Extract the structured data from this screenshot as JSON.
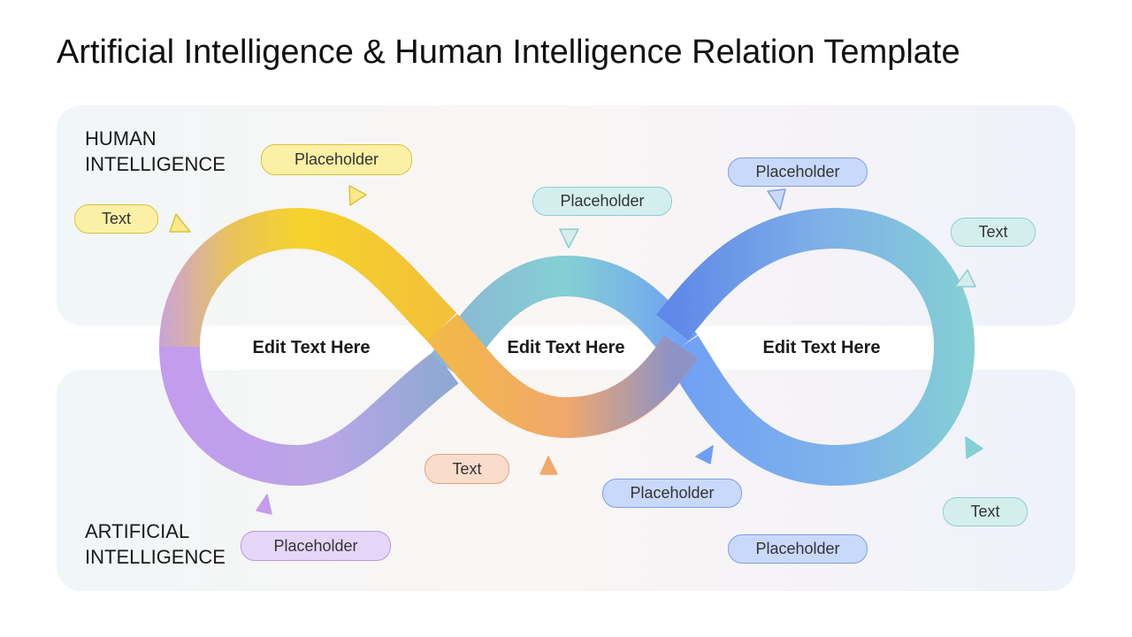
{
  "slide": {
    "title": "Artificial Intelligence & Human Intelligence Relation Template"
  },
  "sections": {
    "human": "HUMAN\nINTELLIGENCE",
    "artificial": "ARTIFICIAL\nINTELLIGENCE"
  },
  "loops": {
    "left": "Edit Text Here",
    "center": "Edit Text Here",
    "right": "Edit Text Here"
  },
  "callouts": {
    "top_left_text": "Text",
    "top_left_placeholder": "Placeholder",
    "top_center_placeholder": "Placeholder",
    "top_right_placeholder": "Placeholder",
    "top_right_text": "Text",
    "bottom_center_text": "Text",
    "bottom_center_placeholder": "Placeholder",
    "bottom_right_placeholder": "Placeholder",
    "bottom_right_text": "Text",
    "bottom_left_placeholder": "Placeholder"
  },
  "colors": {
    "yellow": "#f5d32b",
    "orange": "#f0a86c",
    "teal": "#84d0d4",
    "blue": "#6f9ff5",
    "purple": "#c49bee"
  }
}
